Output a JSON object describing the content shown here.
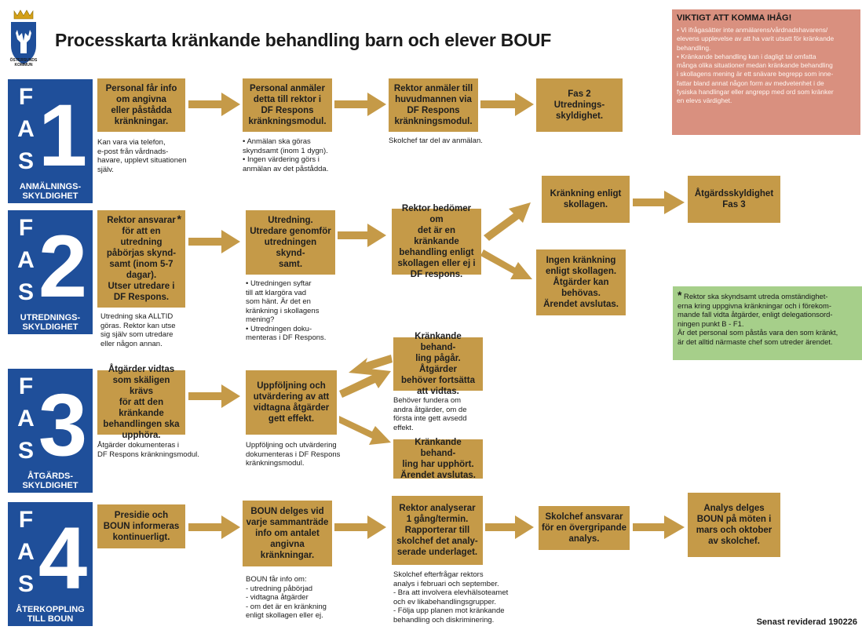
{
  "title": "Processkarta kränkande behandling barn och elever BOUF",
  "logo": {
    "text": "ÖSTERSUNDS KOMMUN"
  },
  "phases": [
    {
      "letters": [
        "F",
        "A",
        "S"
      ],
      "number": "1",
      "subtitle": "ANMÄLNINGS-\nSKYLDIGHET"
    },
    {
      "letters": [
        "F",
        "A",
        "S"
      ],
      "number": "2",
      "subtitle": "UTREDNINGS-\nSKYLDIGHET"
    },
    {
      "letters": [
        "F",
        "A",
        "S"
      ],
      "number": "3",
      "subtitle": "ÅTGÄRDS-\nSKYLDIGHET"
    },
    {
      "letters": [
        "F",
        "A",
        "S"
      ],
      "number": "4",
      "subtitle": "ÅTERKOPPLING\nTILL BOUN"
    }
  ],
  "boxes": {
    "p1a": "Personal får info\nom angivna\neller påstådda\nkränkningar.",
    "p1b": "Personal anmäler\ndetta till rektor i\nDF Respons\nkränkningsmodul.",
    "p1c": "Rektor anmäler till\nhuvudmannen via\nDF Respons\nkränkningsmodul.",
    "p1d": "Fas 2\nUtrednings-\nskyldighet.",
    "p2a": "Rektor ansvarar\nför att en utredning\npåbörjas skynd-\nsamt (inom 5-7\ndagar).\nUtser utredare i\nDF Respons.",
    "p2a_star": "*",
    "p2b": "Utredning.\nUtredare genomför\nutredningen skynd-\nsamt.",
    "p2c": "Rektor bedömer om\ndet är en kränkande\nbehandling enligt\nskollagen eller ej i\nDF respons.",
    "p2d": "Kränkning enligt\nskollagen.",
    "p2e": "Åtgärdsskyldighet\nFas 3",
    "p2f": "Ingen kränkning\nenligt skollagen.\nÅtgärder kan\nbehövas.\nÄrendet avslutas.",
    "p3a": "Åtgärder vidtas\nsom skäligen krävs\nför att den kränkande\nbehandlingen ska\nupphöra.",
    "p3b": "Uppföljning och\nutvärdering av att\nvidtagna åtgärder\ngett effekt.",
    "p3c": "Kränkande behand-\nling pågår. Åtgärder\nbehöver fortsätta\natt vidtas.",
    "p3d": "Kränkande behand-\nling har upphört.\nÄrendet avslutas.",
    "p4a": "Presidie och\nBOUN informeras\nkontinuerligt.",
    "p4b": "BOUN delges vid\nvarje sammanträde\ninfo om antalet\nangivna kränkningar.",
    "p4c": "Rektor analyserar\n1 gång/termin.\nRapporterar till\nskolchef det analy-\nserade underlaget.",
    "p4d": "Skolchef ansvarar\nför en övergripande\nanalys.",
    "p4e": "Analys delges\nBOUN på möten i\nmars och oktober\nav skolchef."
  },
  "notes": {
    "n1a": "Kan vara via telefon,\ne-post från vårdnads-\nhavare, upplevt situationen\nsjälv.",
    "n1b": "• Anmälan ska göras\nskyndsamt (inom 1 dygn).\n• Ingen värdering görs i\nanmälan av det påstådda.",
    "n1c": "Skolchef tar del av anmälan.",
    "n2a": "Utredning ska ALLTID\ngöras. Rektor kan utse\nsig själv som utredare\neller någon annan.",
    "n2b": "• Utredningen syftar\ntill att klargöra vad\nsom hänt. Är det en\nkränkning i skollagens\nmening?\n• Utredningen doku-\nmenteras i DF Respons.",
    "n3a": "Åtgärder dokumenteras i\nDF Respons kränkningsmodul.",
    "n3b": "Uppföljning och utvärdering\ndokumenteras i DF Respons\nkränkningsmodul.",
    "n3c": "Behöver fundera om\nandra åtgärder, om de\nförsta inte gett avsedd\neffekt.",
    "n4b": "BOUN får info om:\n- utredning påbörjad\n- vidtagna åtgärder\n- om det är en kränkning\n  enligt skollagen eller ej.",
    "n4c": "Skolchef efterfrågar rektors\nanalys i februari och september.\n- Bra att involvera elevhälsoteamet\n  och ev likabehandlingsgrupper.\n- Följa upp planen mot kränkande\n  behandling och diskriminering."
  },
  "important": {
    "title": "VIKTIGT ATT KOMMA IHÅG!",
    "body": "• Vi ifrågasätter inte anmälarens/vårdnadshavarens/\nelevens upplevelse av att ha varit utsatt för kränkande\nbehandling.\n• Kränkande behandling kan i dagligt tal omfatta\nmånga olika situationer medan kränkande behandling\ni skollagens mening är ett snävare begrepp som inne-\nfattar bland annat någon form av medvetenhet i de\nfysiska handlingar eller angrepp med ord som kränker\nen elevs värdighet."
  },
  "footnote": {
    "star": "*",
    "text": " Rektor ska skyndsamt utreda omständighet-\nerna kring uppgivna kränkningar och i förekom-\nmande fall vidta åtgärder, enligt delegationsord-\nningen punkt B - F1.\nÄr det personal som påstås vara den som kränkt,\när det alltid närmaste chef som utreder ärendet."
  },
  "revised": "Senast reviderad 190226",
  "colors": {
    "phase_blue": "#1f4f9a",
    "box_gold": "#c59a48",
    "arrow_gold": "#c59a48",
    "important_bg": "#d9907f",
    "footnote_bg": "#a6cf8a"
  }
}
